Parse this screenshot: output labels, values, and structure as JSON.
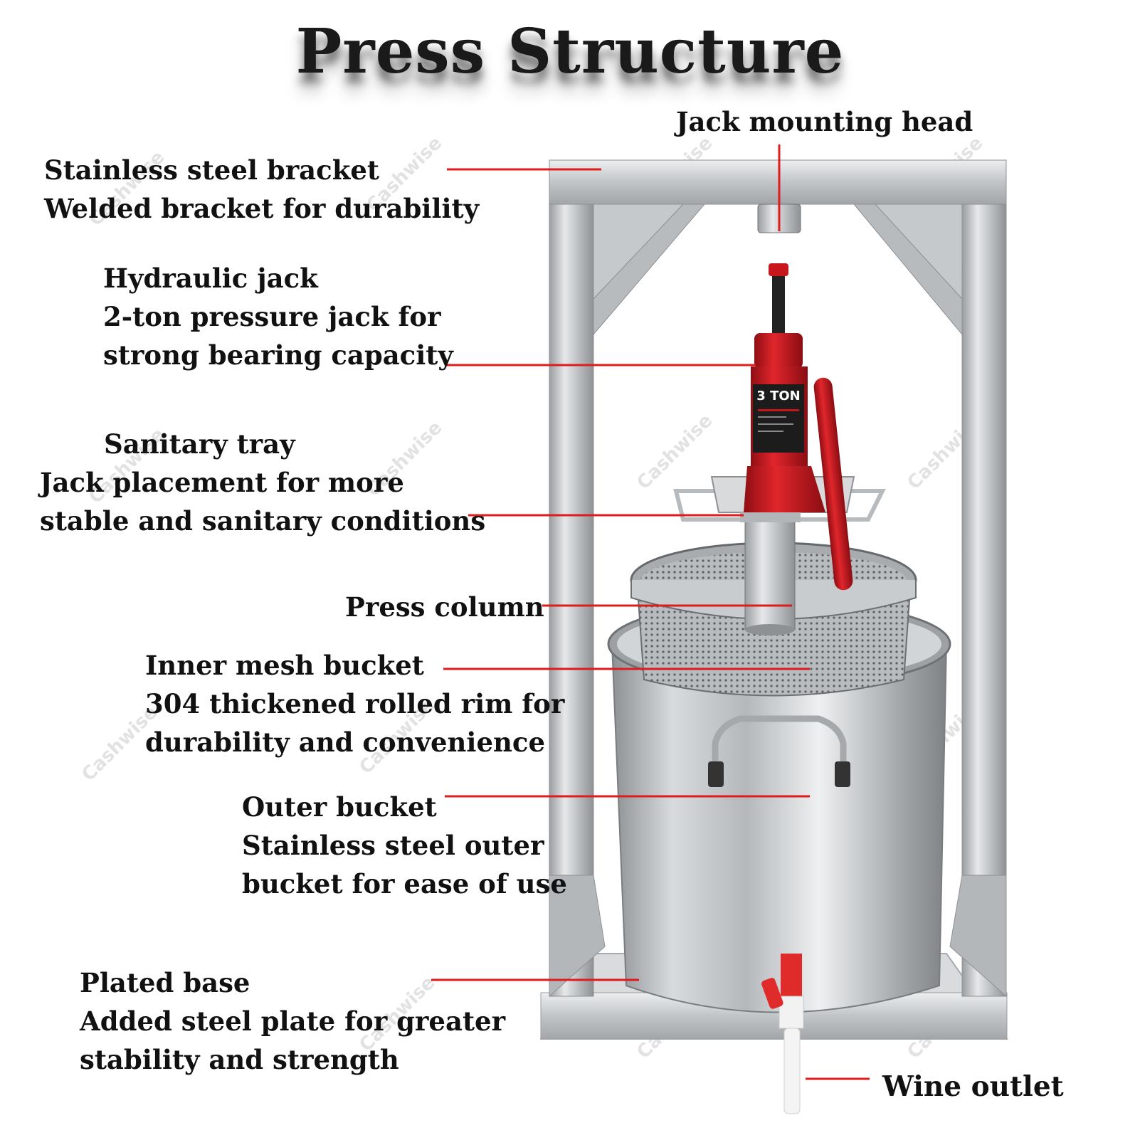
{
  "title": "Press Structure",
  "watermark": "Cashwise",
  "jack_brand_text": "3 TON",
  "colors": {
    "callout_line": "#e01b1b",
    "jack_red": "#c8161d",
    "steel": "#c9ccce"
  },
  "labels": {
    "jack_mounting_head": {
      "lines": [
        "Jack mounting head"
      ]
    },
    "bracket": {
      "lines": [
        "Stainless steel bracket",
        "Welded bracket for durability"
      ]
    },
    "hydraulic_jack": {
      "lines": [
        "Hydraulic jack",
        "2-ton pressure jack for",
        "strong bearing capacity"
      ]
    },
    "sanitary_tray": {
      "lines": [
        "Sanitary tray",
        "Jack placement for more",
        "stable and sanitary conditions"
      ]
    },
    "press_column": {
      "lines": [
        "Press column"
      ]
    },
    "inner_mesh_bucket": {
      "lines": [
        "Inner mesh bucket",
        "304 thickened rolled rim for",
        "durability and convenience"
      ]
    },
    "outer_bucket": {
      "lines": [
        "Outer bucket",
        "Stainless steel outer",
        "bucket for ease of use"
      ]
    },
    "plated_base": {
      "lines": [
        "Plated base",
        "Added steel plate for greater",
        "stability and strength"
      ]
    },
    "wine_outlet": {
      "lines": [
        "Wine outlet"
      ]
    }
  }
}
